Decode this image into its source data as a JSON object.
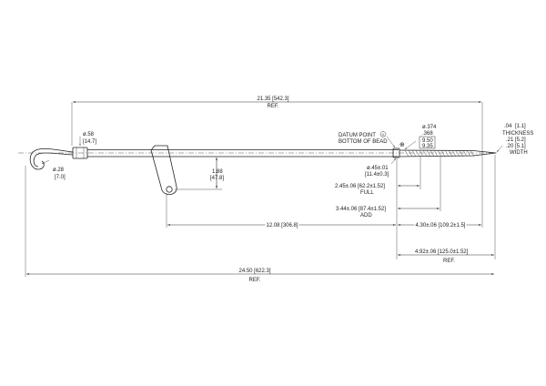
{
  "dimensions": {
    "overall_top": {
      "value": "21.35 [542.3]",
      "note": "REF."
    },
    "overall_bottom": {
      "value": "24.50 [622.3]",
      "note": "REF."
    },
    "tube_dia": {
      "value": "ø.58",
      "metric": "[14.7]"
    },
    "hook_dia": {
      "value": "ø.28",
      "metric": "[7.0]"
    },
    "bracket_offset": {
      "value": "1.88",
      "metric": "[47.8]"
    },
    "bracket_to_datum": "12.08 [306.8]",
    "datum_to_tip": "4.30±.06 [109.2±1.5]",
    "datum_label": {
      "line1": "DATUM POINT",
      "symbol": "A",
      "line2": "BOTTOM OF BEAD"
    },
    "bead_dia": {
      "value": "ø.45±.01",
      "metric": "[11.4±0.3]"
    },
    "bead_spec": {
      "d1": "ø.374",
      "d2": ".368",
      "m1": "9.50",
      "m2": "9.35"
    },
    "full_mark": {
      "value": "2.45±.06 [62.2±1.52]",
      "label": "FULL"
    },
    "add_mark": {
      "value": "3.44±.06 [87.4±1.52]",
      "label": "ADD"
    },
    "blade_length": {
      "value": "4.92±.06 [125.0±1.52]",
      "note": "REF."
    },
    "thickness": {
      "value": ".04",
      "metric": "[1.1]",
      "label": "THICKNESS"
    },
    "width": {
      "v1": ".21",
      "m1": "[5.2]",
      "v2": ".20",
      "m2": "[5.1]",
      "label": "WIDTH"
    }
  }
}
